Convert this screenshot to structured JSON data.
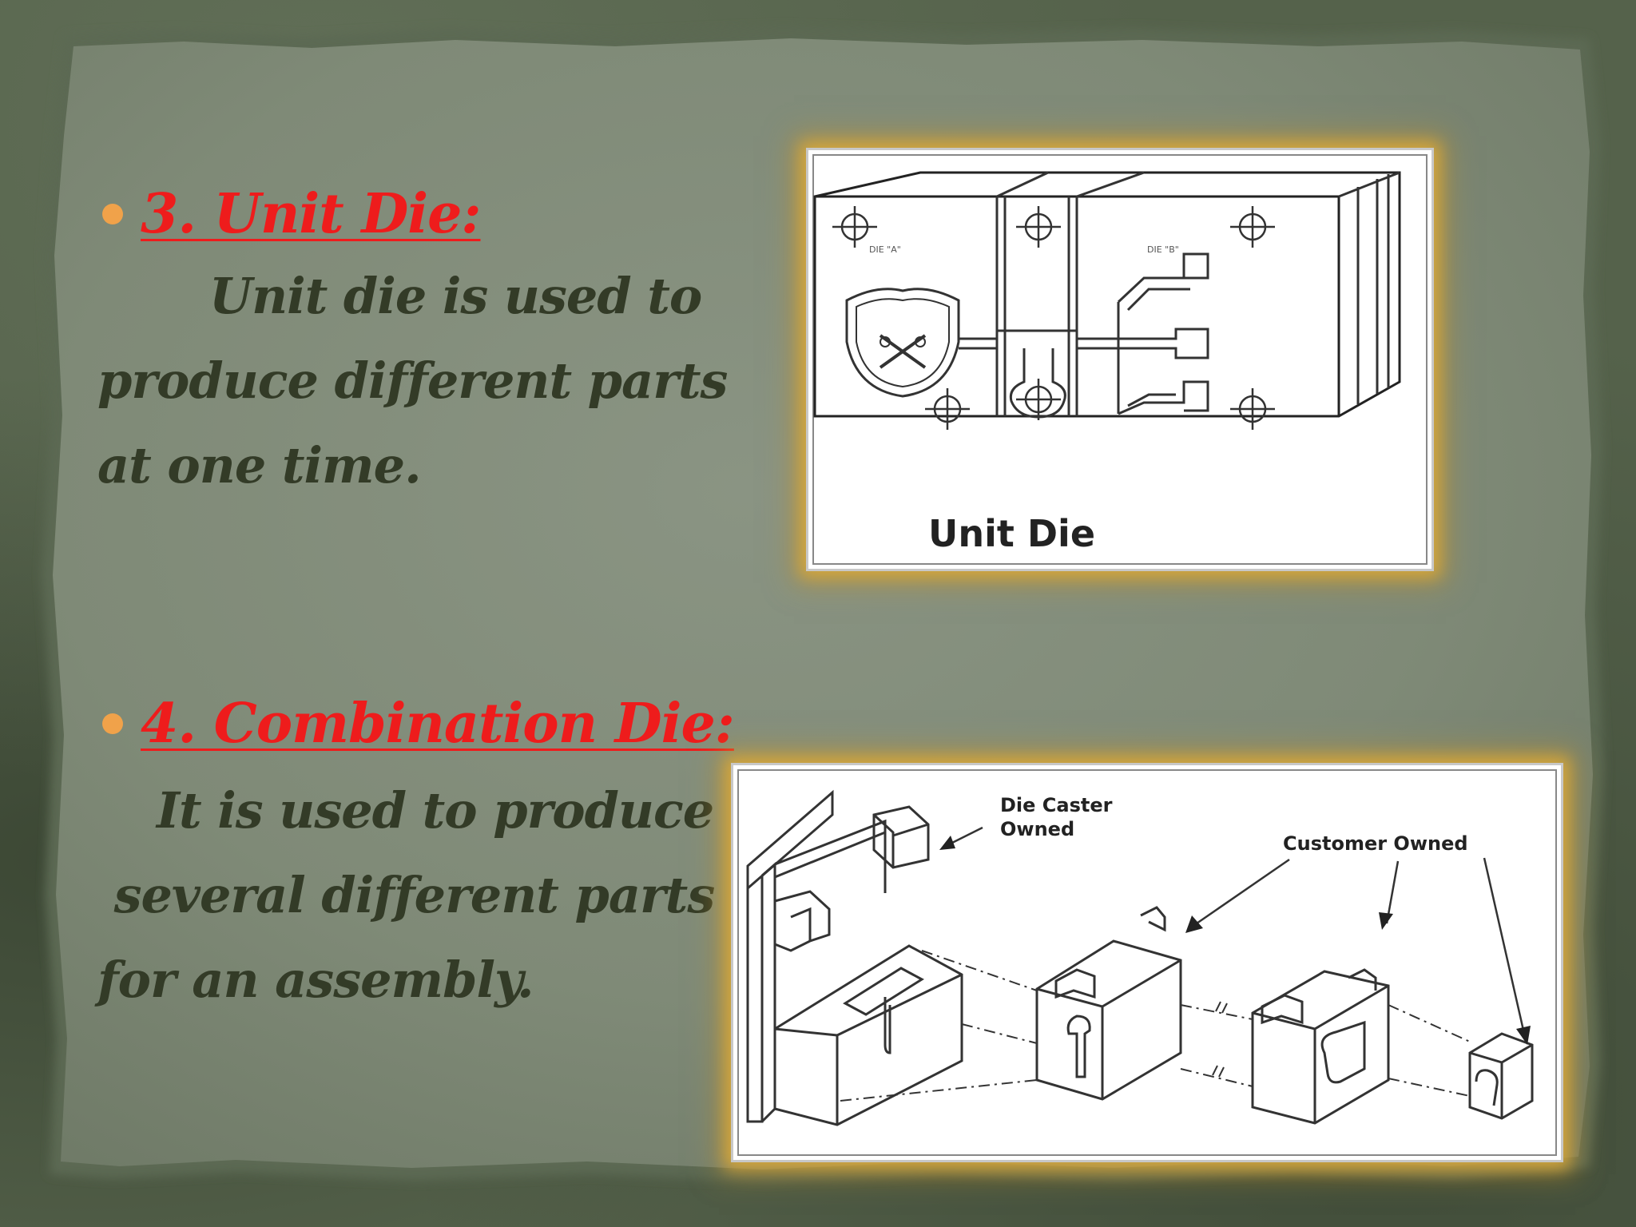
{
  "slide": {
    "section_unit": {
      "heading": "3. Unit Die:",
      "lines": [
        "Unit die is used to",
        "produce different parts",
        "at one time."
      ]
    },
    "section_combination": {
      "heading": "4. Combination Die:",
      "lines": [
        "It is used to produce",
        " several different parts",
        "for an assembly."
      ]
    },
    "figure_unit": {
      "caption": "Unit Die",
      "label_a": "DIE \"A\"",
      "label_b": "DIE \"B\""
    },
    "figure_combination": {
      "label_die_caster_1": "Die Caster",
      "label_die_caster_2": "Owned",
      "label_customer": "Customer Owned"
    }
  },
  "colors": {
    "heading": "#ee1c1c",
    "body_text": "#333b27",
    "bullet": "#f0a24a",
    "frame_glow": "#d6a83c",
    "parchment": "#7f8a78"
  }
}
